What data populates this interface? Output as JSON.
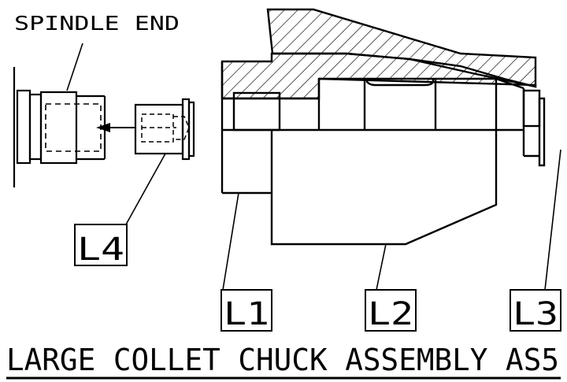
{
  "spindle_label": "SPINDLE END",
  "title": "LARGE COLLET CHUCK ASSEMBLY AS5",
  "callouts": {
    "l1": "L1",
    "l2": "L2",
    "l3": "L3",
    "l4": "L4"
  },
  "colors": {
    "ink": "#000000",
    "paper": "#ffffff"
  }
}
